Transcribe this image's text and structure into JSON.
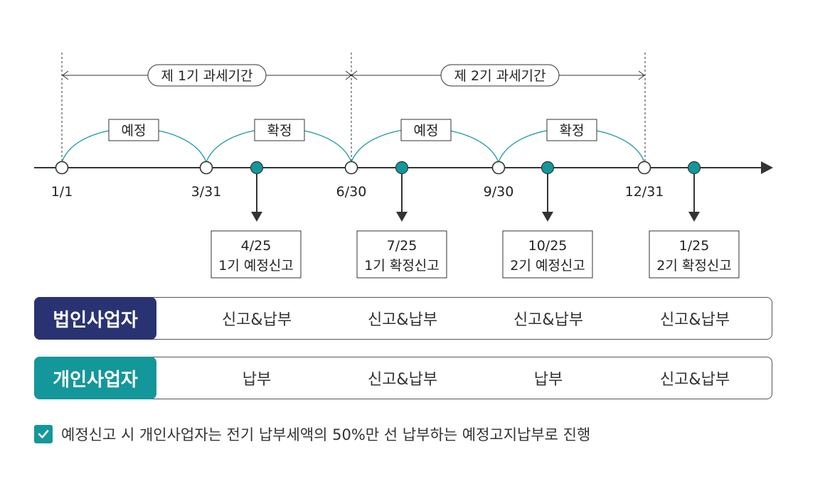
{
  "periods": [
    {
      "label": "제 1기 과세기간"
    },
    {
      "label": "제 2기 과세기간"
    }
  ],
  "arcs": [
    {
      "label": "예정"
    },
    {
      "label": "확정"
    },
    {
      "label": "예정"
    },
    {
      "label": "확정"
    }
  ],
  "dates": [
    "1/1",
    "3/31",
    "6/30",
    "9/30",
    "12/31"
  ],
  "deadlines": [
    {
      "date": "4/25",
      "desc": "1기 예정신고"
    },
    {
      "date": "7/25",
      "desc": "1기 확정신고"
    },
    {
      "date": "10/25",
      "desc": "2기 예정신고"
    },
    {
      "date": "1/25",
      "desc": "2기 확정신고"
    }
  ],
  "rows": [
    {
      "label": "법인사업자",
      "color": "#2a3372",
      "cells": [
        "신고&납부",
        "신고&납부",
        "신고&납부",
        "신고&납부"
      ]
    },
    {
      "label": "개인사업자",
      "color": "#14979a",
      "cells": [
        "납부",
        "신고&납부",
        "납부",
        "신고&납부"
      ]
    }
  ],
  "note": "예정신고 시 개인사업자는 전기 납부세액의 50%만 선 납부하는 예정고지납부로 진행",
  "colors": {
    "teal": "#14979a",
    "navy": "#2a3372",
    "line": "#333333"
  },
  "icons": {
    "note": "checkmark-icon"
  }
}
